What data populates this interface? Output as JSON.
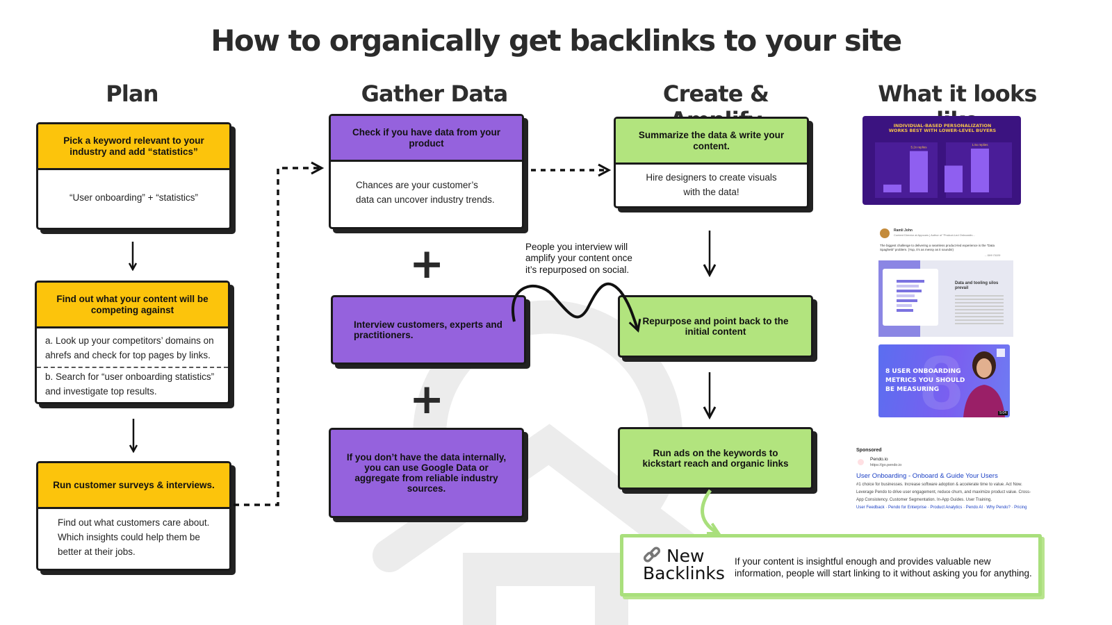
{
  "title": "How to organically get backlinks to your site",
  "columns": {
    "plan": "Plan",
    "gather": "Gather Data",
    "create": "Create & Amplify",
    "looks": "What it looks like"
  },
  "plan": {
    "step1": {
      "head": "Pick a keyword relevant to your industry and add “statistics”",
      "body": "“User onboarding” + “statistics”"
    },
    "step2": {
      "head": "Find out what your content will be competing against",
      "body_a": "a. Look up your competitors’ domains on ahrefs and check for top pages by links.",
      "body_b": "b. Search for “user onboarding statistics” and investigate top results."
    },
    "step3": {
      "head": "Run customer surveys & interviews.",
      "body": "Find out what customers care about. Which insights could help them be better at their jobs."
    }
  },
  "gather": {
    "step1": {
      "head": "Check if you have data from your product",
      "body": "Chances are your customer’s data can uncover industry trends."
    },
    "step2": "Interview customers, experts and practitioners.",
    "step3": "If you don’t have the data internally, you can use Google Data or aggregate from reliable industry sources.",
    "plus": "+"
  },
  "create": {
    "step1": {
      "head": "Summarize the data & write your content.",
      "body": "Hire designers to create visuals with the data!"
    },
    "step2": "Repurpose and point back to the initial content",
    "step3": "Run ads on the keywords to kickstart reach and organic links",
    "annotation": "People you interview will amplify your content once it’s repurposed on social."
  },
  "backlinks": {
    "icon": "link-icon",
    "title_1": "New",
    "title_2": "Backlinks",
    "text": "If your content is insightful enough and provides valuable new information, people will start linking to it without asking you for anything."
  },
  "examples": {
    "chart": {
      "title": "INDIVIDUAL-BASED PERSONALIZATION WORKS BEST WITH LOWER-LEVEL BUYERS",
      "bars": [
        0.16,
        0.85,
        0.55,
        0.9
      ],
      "bar_labels": [
        "",
        "5.2x replies",
        "",
        "1.5x replies"
      ]
    },
    "linkedin": {
      "name": "Ramli John",
      "subtitle": "Content Director at Appcues | Author of \"Product-Led Onboardin...",
      "text": "The biggest challenge to delivering a seamless product-led experience is the \"Data Spaghetti\" problem. (Yup, it's as messy as it sounds!)",
      "more": "...see more",
      "card_heading": "Data and tooling silos prevail"
    },
    "video": {
      "title": "8 USER ONBOARDING METRICS YOU SHOULD BE MEASURING",
      "duration": "5:04"
    },
    "ad": {
      "sponsored": "Sponsored",
      "brand": "Pendo.io",
      "url": "https://go.pendo.io",
      "headline": "User Onboarding - Onboard & Guide Your Users",
      "line1": "#1 choice for businesses. Increase software adoption & accelerate time to value. Act Now.",
      "line2": "Leverage Pendo to drive user engagement, reduce churn, and maximize product value. Cross-",
      "line3": "App Consistency. Customer Segmentation. In-App Guides. User Training.",
      "links": "User Feedback · Pendo for Enterprise · Product Analytics · Pendo AI · Why Pendo? · Pricing"
    }
  },
  "colors": {
    "yellow": "#fcc40c",
    "purple": "#9562dd",
    "green": "#b2e47e",
    "dark": "#1a1a1a"
  }
}
